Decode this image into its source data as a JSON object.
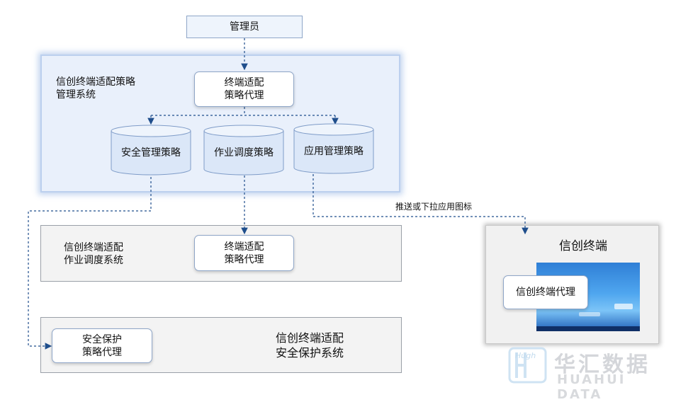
{
  "admin": {
    "label": "管理员"
  },
  "policy_system": {
    "title": "信创终端适配策略\n管理系统",
    "agent": "终端适配\n策略代理",
    "policies": [
      "安全管理策略",
      "作业调度策略",
      "应用管理策略"
    ]
  },
  "scheduling_system": {
    "title": "信创终端适配\n作业调度系统",
    "agent": "终端适配\n策略代理"
  },
  "security_system": {
    "title": "信创终端适配\n安全保护系统",
    "agent": "安全保护\n策略代理"
  },
  "terminal": {
    "title": "信创终端",
    "agent": "信创终端代理"
  },
  "edge_label": "推送或下拉应用图标",
  "watermark": {
    "cn": "华汇数据",
    "en": "HUAHUI DATA",
    "logo_text": "Hugh"
  },
  "colors": {
    "arrow": "#1f4e8c",
    "panel_blue": "#e9f0fb",
    "panel_gray": "#f3f3f3"
  }
}
